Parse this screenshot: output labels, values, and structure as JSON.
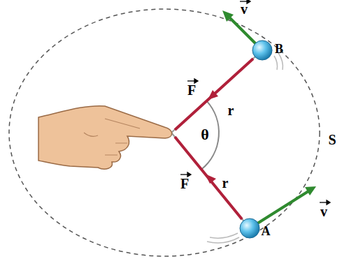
{
  "diagram": {
    "labels": [
      "v",
      "F",
      "r",
      "B",
      "θ",
      "S",
      "F",
      "r",
      "A",
      "v"
    ]
  }
}
